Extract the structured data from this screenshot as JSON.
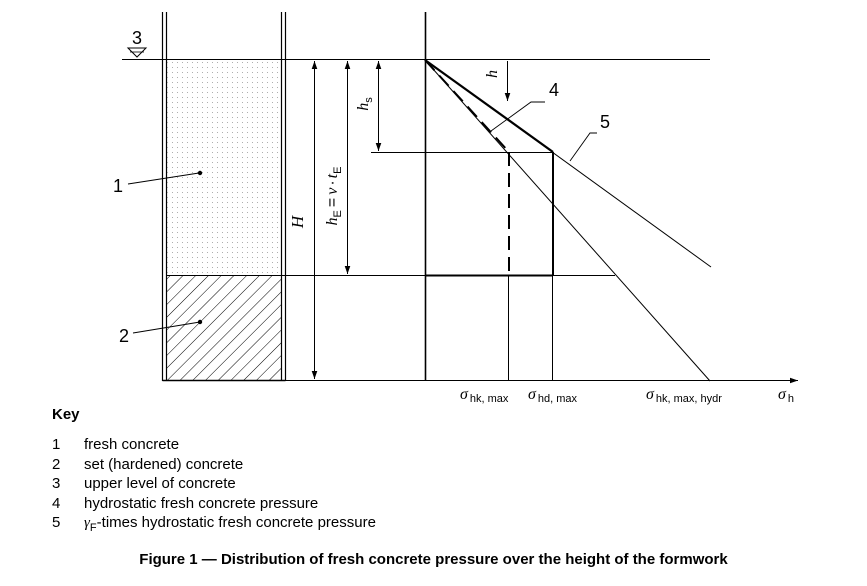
{
  "diagram": {
    "callouts": {
      "fresh_concrete": "1",
      "set_concrete": "2",
      "upper_level": "3",
      "hydrostatic": "4",
      "gamma_hydrostatic": "5"
    },
    "dimension_labels": {
      "H": "H",
      "hE_main": "h",
      "hE_sub": "E",
      "hE_eq": "=",
      "hE_v": "v",
      "hE_dot": "·",
      "hE_t": "t",
      "hE_tsub": "E",
      "hs_main": "h",
      "hs_sub": "s",
      "h": "h"
    },
    "axis_labels": {
      "sigma": "σ",
      "hk_max": "hk, max",
      "hd_max": "hd, max",
      "hk_max_hydr": "hk, max, hydr",
      "h": "h"
    }
  },
  "key": {
    "title": "Key",
    "items": [
      {
        "num": "1",
        "text": "fresh concrete"
      },
      {
        "num": "2",
        "text": "set (hardened) concrete"
      },
      {
        "num": "3",
        "text": "upper level of concrete"
      },
      {
        "num": "4",
        "text": "hydrostatic fresh concrete pressure"
      },
      {
        "num": "5",
        "gamma": "γ",
        "gamma_sub": "F",
        "text": "-times hydrostatic fresh concrete pressure"
      }
    ]
  },
  "caption": "Figure 1 — Distribution of fresh concrete pressure over the height of the formwork",
  "colors": {
    "line": "#000000",
    "dots": "#9a9a9a",
    "background": "#ffffff"
  }
}
